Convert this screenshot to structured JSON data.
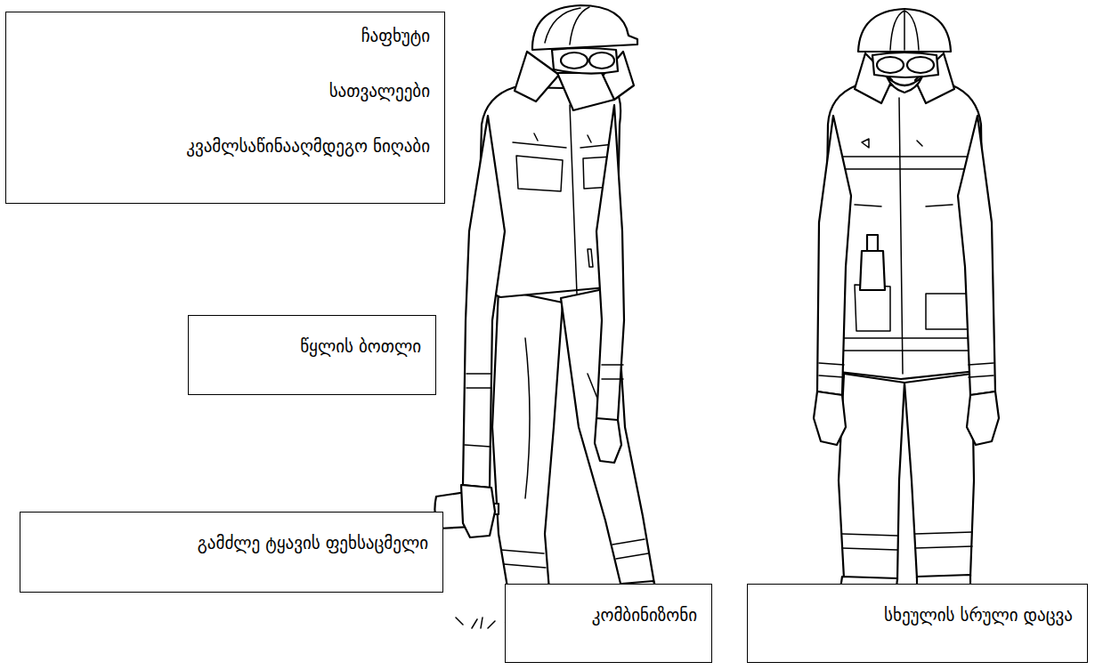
{
  "diagram": {
    "nodes": [
      {
        "text": [
          "ჩაფხუტი",
          "სათვალეები",
          "კვამლსაწინააღმდეგო ნიღაბი"
        ]
      },
      {
        "text": [
          "წყლის ბოთლი"
        ]
      },
      {
        "text": [
          "გამძლე ტყავის ფეხსაცმელი"
        ]
      },
      {
        "text": [
          "კომბინიზონი"
        ]
      },
      {
        "text": [
          "სხეულის სრული დაცვა"
        ]
      }
    ],
    "edges": []
  }
}
